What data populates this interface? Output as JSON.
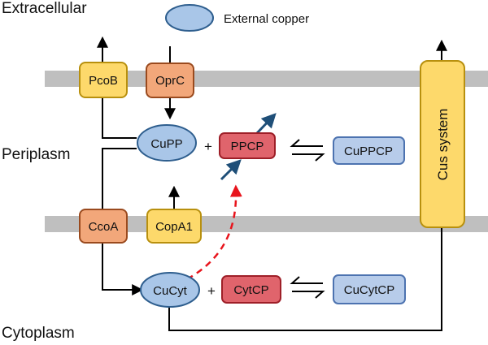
{
  "regions": {
    "extracellular": "Extracellular",
    "periplasm": "Periplasm",
    "cytoplasm": "Cytoplasm"
  },
  "legend": {
    "label": "External copper"
  },
  "boxes": {
    "pcob": "PcoB",
    "oprc": "OprC",
    "ccoa": "CcoA",
    "copa1": "CopA1",
    "ppcp": "PPCP",
    "cuppcp": "CuPPCP",
    "cytcp": "CytCP",
    "cucytcp": "CuCytCP",
    "cus": "Cus system"
  },
  "pools": {
    "cupp": "CuPP",
    "cucyt": "CuCyt"
  },
  "operators": {
    "plus_periplasm": "+",
    "plus_cytoplasm": "+"
  },
  "colors": {
    "membrane": "#bfbfbf",
    "blue_fill": "#a9c6e8",
    "blue_stroke": "#2e5e8e",
    "yellow_fill": "#fdd96b",
    "yellow_stroke": "#b8900e",
    "orange_fill": "#f2a77a",
    "orange_stroke": "#9a4a1e",
    "red_fill": "#e0646c",
    "red_stroke": "#9e1f28",
    "lightblue_fill": "#b7ccea",
    "lightblue_stroke": "#4d73b0",
    "arrow_blue": "#1f4f78",
    "arrow_red": "#e8141c"
  }
}
